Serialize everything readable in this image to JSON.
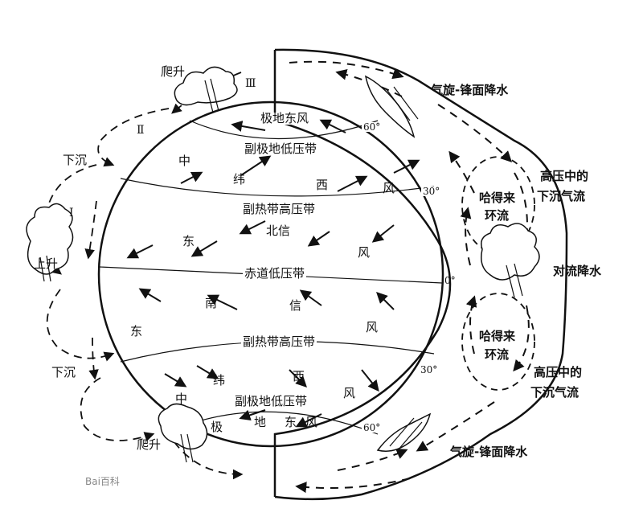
{
  "globe": {
    "polar_easterlies": "极地东风",
    "subpolar_low": "副极地低压带",
    "westerlies_north": [
      "中",
      "纬",
      "西",
      "风"
    ],
    "subtropical_high_north": "副热带高压带",
    "ne_trades": [
      "东",
      "北信",
      "风"
    ],
    "equatorial_low": "赤道低压带",
    "se_trades": [
      "南",
      "信",
      "东",
      "风"
    ],
    "subtropical_high_south": "副热带高压带",
    "westerlies_south": [
      "纬",
      "西",
      "中",
      "风"
    ],
    "subpolar_low_south": "副极地低压带",
    "polar_easterlies_south": [
      "极",
      "地",
      "东",
      "风"
    ]
  },
  "latitudes": {
    "n60": "60°",
    "n30": "30°",
    "eq": "0°",
    "s30": "30°",
    "s60": "60°"
  },
  "cells": {
    "cell1": "Ⅰ",
    "cell2": "Ⅱ",
    "cell3": "Ⅲ"
  },
  "left_labels": {
    "climb_top": "爬升",
    "sink_top": "下沉",
    "rise": "上升",
    "sink_bottom": "下沉",
    "climb_bottom": "爬升"
  },
  "right_labels": {
    "cyclone_front_top": "气旋-锋面降水",
    "high_sink_top": [
      "高压中的",
      "下沉气流"
    ],
    "hadley_top": [
      "哈得来",
      "环流"
    ],
    "convective": "对流降水",
    "hadley_bottom": [
      "哈得来",
      "环流"
    ],
    "high_sink_bottom": [
      "高压中的",
      "下沉气流"
    ],
    "cyclone_front_bottom": "气旋-锋面降水"
  },
  "watermark": "Bai百科"
}
